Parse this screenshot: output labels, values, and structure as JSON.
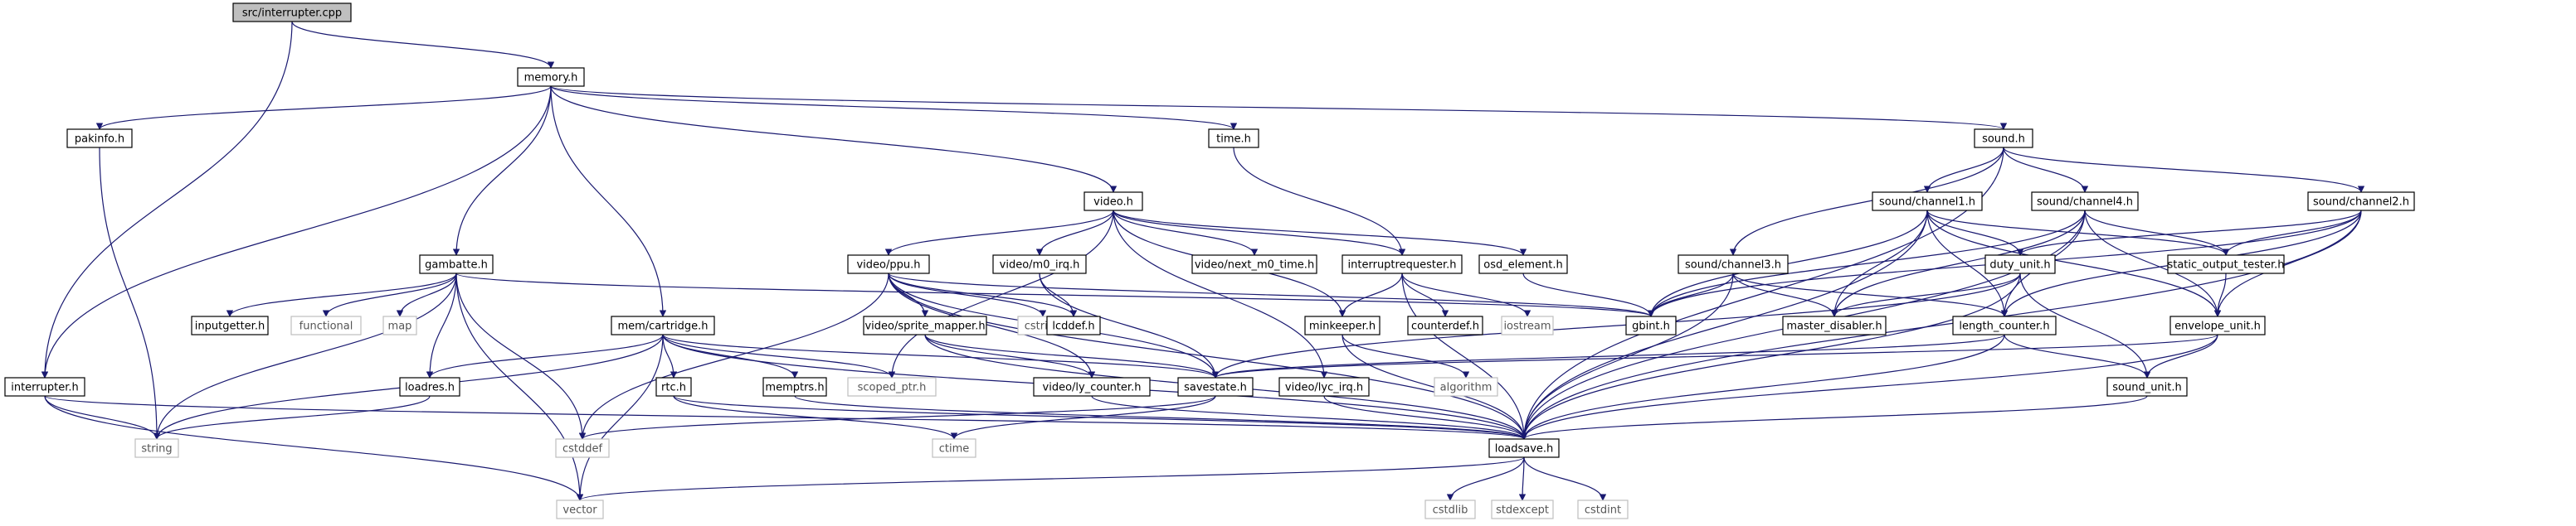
{
  "colors": {
    "edge": "#191970",
    "root_fill": "#bfbfbf",
    "node_border": "#000000",
    "system_border": "#bfbfbf"
  },
  "nodes": [
    {
      "id": "interrupter_cpp",
      "label": "src/interrupter.cpp",
      "kind": "root"
    },
    {
      "id": "memory_h",
      "label": "memory.h",
      "kind": "normal"
    },
    {
      "id": "pakinfo_h",
      "label": "pakinfo.h",
      "kind": "normal"
    },
    {
      "id": "time_h",
      "label": "time.h",
      "kind": "normal"
    },
    {
      "id": "sound_h",
      "label": "sound.h",
      "kind": "normal"
    },
    {
      "id": "video_h",
      "label": "video.h",
      "kind": "normal"
    },
    {
      "id": "gambatte_h",
      "label": "gambatte.h",
      "kind": "normal"
    },
    {
      "id": "cartridge_h",
      "label": "mem/cartridge.h",
      "kind": "normal"
    },
    {
      "id": "interrupter_h",
      "label": "interrupter.h",
      "kind": "normal"
    },
    {
      "id": "ppu_h",
      "label": "video/ppu.h",
      "kind": "normal"
    },
    {
      "id": "m0irq_h",
      "label": "video/m0_irq.h",
      "kind": "normal"
    },
    {
      "id": "nextm0_h",
      "label": "video/next_m0_time.h",
      "kind": "normal"
    },
    {
      "id": "irqreq_h",
      "label": "interruptrequester.h",
      "kind": "normal"
    },
    {
      "id": "osd_h",
      "label": "osd_element.h",
      "kind": "normal"
    },
    {
      "id": "ch1_h",
      "label": "sound/channel1.h",
      "kind": "normal"
    },
    {
      "id": "ch4_h",
      "label": "sound/channel4.h",
      "kind": "normal"
    },
    {
      "id": "ch2_h",
      "label": "sound/channel2.h",
      "kind": "normal"
    },
    {
      "id": "ch3_h",
      "label": "sound/channel3.h",
      "kind": "normal"
    },
    {
      "id": "duty_h",
      "label": "duty_unit.h",
      "kind": "normal"
    },
    {
      "id": "sot_h",
      "label": "static_output_tester.h",
      "kind": "normal"
    },
    {
      "id": "gbint_h",
      "label": "gbint.h",
      "kind": "normal"
    },
    {
      "id": "master_h",
      "label": "master_disabler.h",
      "kind": "normal"
    },
    {
      "id": "length_h",
      "label": "length_counter.h",
      "kind": "normal"
    },
    {
      "id": "envelope_h",
      "label": "envelope_unit.h",
      "kind": "normal"
    },
    {
      "id": "inputgetter_h",
      "label": "inputgetter.h",
      "kind": "normal"
    },
    {
      "id": "functional",
      "label": "functional",
      "kind": "sys"
    },
    {
      "id": "map",
      "label": "map",
      "kind": "sys"
    },
    {
      "id": "sprite_h",
      "label": "video/sprite_mapper.h",
      "kind": "normal"
    },
    {
      "id": "cstring",
      "label": "cstring",
      "kind": "sys"
    },
    {
      "id": "lcddef_h",
      "label": "lcddef.h",
      "kind": "normal"
    },
    {
      "id": "minkeeper_h",
      "label": "minkeeper.h",
      "kind": "normal"
    },
    {
      "id": "counterdef_h",
      "label": "counterdef.h",
      "kind": "normal"
    },
    {
      "id": "iostream",
      "label": "iostream",
      "kind": "sys"
    },
    {
      "id": "loadres_h",
      "label": "loadres.h",
      "kind": "normal"
    },
    {
      "id": "scoped_ptr_h",
      "label": "scoped_ptr.h",
      "kind": "sys"
    },
    {
      "id": "lycounter_h",
      "label": "video/ly_counter.h",
      "kind": "normal"
    },
    {
      "id": "savestate_h",
      "label": "savestate.h",
      "kind": "normal"
    },
    {
      "id": "lycirq_h",
      "label": "video/lyc_irq.h",
      "kind": "normal"
    },
    {
      "id": "algorithm",
      "label": "algorithm",
      "kind": "sys"
    },
    {
      "id": "soundunit_h",
      "label": "sound_unit.h",
      "kind": "normal"
    },
    {
      "id": "rtc_h",
      "label": "rtc.h",
      "kind": "normal"
    },
    {
      "id": "memptrs_h",
      "label": "memptrs.h",
      "kind": "normal"
    },
    {
      "id": "string",
      "label": "string",
      "kind": "sys"
    },
    {
      "id": "cstddef",
      "label": "cstddef",
      "kind": "sys"
    },
    {
      "id": "ctime",
      "label": "ctime",
      "kind": "sys"
    },
    {
      "id": "loadsave_h",
      "label": "loadsave.h",
      "kind": "normal"
    },
    {
      "id": "vector",
      "label": "vector",
      "kind": "sys"
    },
    {
      "id": "cstdlib",
      "label": "cstdlib",
      "kind": "sys"
    },
    {
      "id": "stdexcept",
      "label": "stdexcept",
      "kind": "sys"
    },
    {
      "id": "cstdint",
      "label": "cstdint",
      "kind": "sys"
    }
  ],
  "edges": [
    [
      "interrupter_cpp",
      "memory_h"
    ],
    [
      "interrupter_cpp",
      "interrupter_h"
    ],
    [
      "memory_h",
      "pakinfo_h"
    ],
    [
      "memory_h",
      "time_h"
    ],
    [
      "memory_h",
      "sound_h"
    ],
    [
      "memory_h",
      "video_h"
    ],
    [
      "memory_h",
      "gambatte_h"
    ],
    [
      "memory_h",
      "cartridge_h"
    ],
    [
      "memory_h",
      "interrupter_h"
    ],
    [
      "pakinfo_h",
      "string"
    ],
    [
      "time_h",
      "irqreq_h"
    ],
    [
      "sound_h",
      "ch1_h"
    ],
    [
      "sound_h",
      "ch4_h"
    ],
    [
      "sound_h",
      "ch2_h"
    ],
    [
      "sound_h",
      "ch3_h"
    ],
    [
      "sound_h",
      "loadsave_h"
    ],
    [
      "video_h",
      "ppu_h"
    ],
    [
      "video_h",
      "m0irq_h"
    ],
    [
      "video_h",
      "nextm0_h"
    ],
    [
      "video_h",
      "irqreq_h"
    ],
    [
      "video_h",
      "osd_h"
    ],
    [
      "video_h",
      "minkeeper_h"
    ],
    [
      "video_h",
      "lycirq_h"
    ],
    [
      "video_h",
      "scoped_ptr_h"
    ],
    [
      "gambatte_h",
      "inputgetter_h"
    ],
    [
      "gambatte_h",
      "functional"
    ],
    [
      "gambatte_h",
      "map"
    ],
    [
      "gambatte_h",
      "gbint_h"
    ],
    [
      "gambatte_h",
      "string"
    ],
    [
      "gambatte_h",
      "loadres_h"
    ],
    [
      "gambatte_h",
      "cstddef"
    ],
    [
      "gambatte_h",
      "vector"
    ],
    [
      "cartridge_h",
      "loadres_h"
    ],
    [
      "cartridge_h",
      "scoped_ptr_h"
    ],
    [
      "cartridge_h",
      "savestate_h"
    ],
    [
      "cartridge_h",
      "rtc_h"
    ],
    [
      "cartridge_h",
      "memptrs_h"
    ],
    [
      "cartridge_h",
      "string"
    ],
    [
      "cartridge_h",
      "vector"
    ],
    [
      "cartridge_h",
      "loadsave_h"
    ],
    [
      "interrupter_h",
      "string"
    ],
    [
      "interrupter_h",
      "vector"
    ],
    [
      "interrupter_h",
      "loadsave_h"
    ],
    [
      "ppu_h",
      "sprite_h"
    ],
    [
      "ppu_h",
      "cstring"
    ],
    [
      "ppu_h",
      "lcddef_h"
    ],
    [
      "ppu_h",
      "gbint_h"
    ],
    [
      "ppu_h",
      "cstddef"
    ],
    [
      "ppu_h",
      "lycounter_h"
    ],
    [
      "ppu_h",
      "savestate_h"
    ],
    [
      "ppu_h",
      "loadsave_h"
    ],
    [
      "m0irq_h",
      "lcddef_h"
    ],
    [
      "m0irq_h",
      "savestate_h"
    ],
    [
      "irqreq_h",
      "counterdef_h"
    ],
    [
      "irqreq_h",
      "iostream"
    ],
    [
      "irqreq_h",
      "minkeeper_h"
    ],
    [
      "irqreq_h",
      "loadsave_h"
    ],
    [
      "osd_h",
      "gbint_h"
    ],
    [
      "ch1_h",
      "duty_h"
    ],
    [
      "ch1_h",
      "sot_h"
    ],
    [
      "ch1_h",
      "gbint_h"
    ],
    [
      "ch1_h",
      "master_h"
    ],
    [
      "ch1_h",
      "length_h"
    ],
    [
      "ch1_h",
      "envelope_h"
    ],
    [
      "ch1_h",
      "loadsave_h"
    ],
    [
      "ch4_h",
      "sot_h"
    ],
    [
      "ch4_h",
      "gbint_h"
    ],
    [
      "ch4_h",
      "master_h"
    ],
    [
      "ch4_h",
      "length_h"
    ],
    [
      "ch4_h",
      "envelope_h"
    ],
    [
      "ch4_h",
      "loadsave_h"
    ],
    [
      "ch2_h",
      "duty_h"
    ],
    [
      "ch2_h",
      "sot_h"
    ],
    [
      "ch2_h",
      "gbint_h"
    ],
    [
      "ch2_h",
      "length_h"
    ],
    [
      "ch2_h",
      "envelope_h"
    ],
    [
      "ch2_h",
      "loadsave_h"
    ],
    [
      "ch3_h",
      "gbint_h"
    ],
    [
      "ch3_h",
      "master_h"
    ],
    [
      "ch3_h",
      "length_h"
    ],
    [
      "ch3_h",
      "loadsave_h"
    ],
    [
      "duty_h",
      "master_h"
    ],
    [
      "duty_h",
      "savestate_h"
    ],
    [
      "duty_h",
      "soundunit_h"
    ],
    [
      "duty_h",
      "loadsave_h"
    ],
    [
      "sot_h",
      "envelope_h"
    ],
    [
      "length_h",
      "savestate_h"
    ],
    [
      "length_h",
      "soundunit_h"
    ],
    [
      "length_h",
      "loadsave_h"
    ],
    [
      "envelope_h",
      "savestate_h"
    ],
    [
      "envelope_h",
      "soundunit_h"
    ],
    [
      "envelope_h",
      "loadsave_h"
    ],
    [
      "sprite_h",
      "lycounter_h"
    ],
    [
      "sprite_h",
      "savestate_h"
    ],
    [
      "sprite_h",
      "loadsave_h"
    ],
    [
      "minkeeper_h",
      "algorithm"
    ],
    [
      "minkeeper_h",
      "loadsave_h"
    ],
    [
      "loadres_h",
      "string"
    ],
    [
      "lycounter_h",
      "loadsave_h"
    ],
    [
      "savestate_h",
      "ctime"
    ],
    [
      "savestate_h",
      "cstddef"
    ],
    [
      "lycirq_h",
      "loadsave_h"
    ],
    [
      "soundunit_h",
      "loadsave_h"
    ],
    [
      "rtc_h",
      "ctime"
    ],
    [
      "rtc_h",
      "loadsave_h"
    ],
    [
      "memptrs_h",
      "loadsave_h"
    ],
    [
      "loadsave_h",
      "vector"
    ],
    [
      "loadsave_h",
      "cstdlib"
    ],
    [
      "loadsave_h",
      "stdexcept"
    ],
    [
      "loadsave_h",
      "cstdint"
    ]
  ]
}
